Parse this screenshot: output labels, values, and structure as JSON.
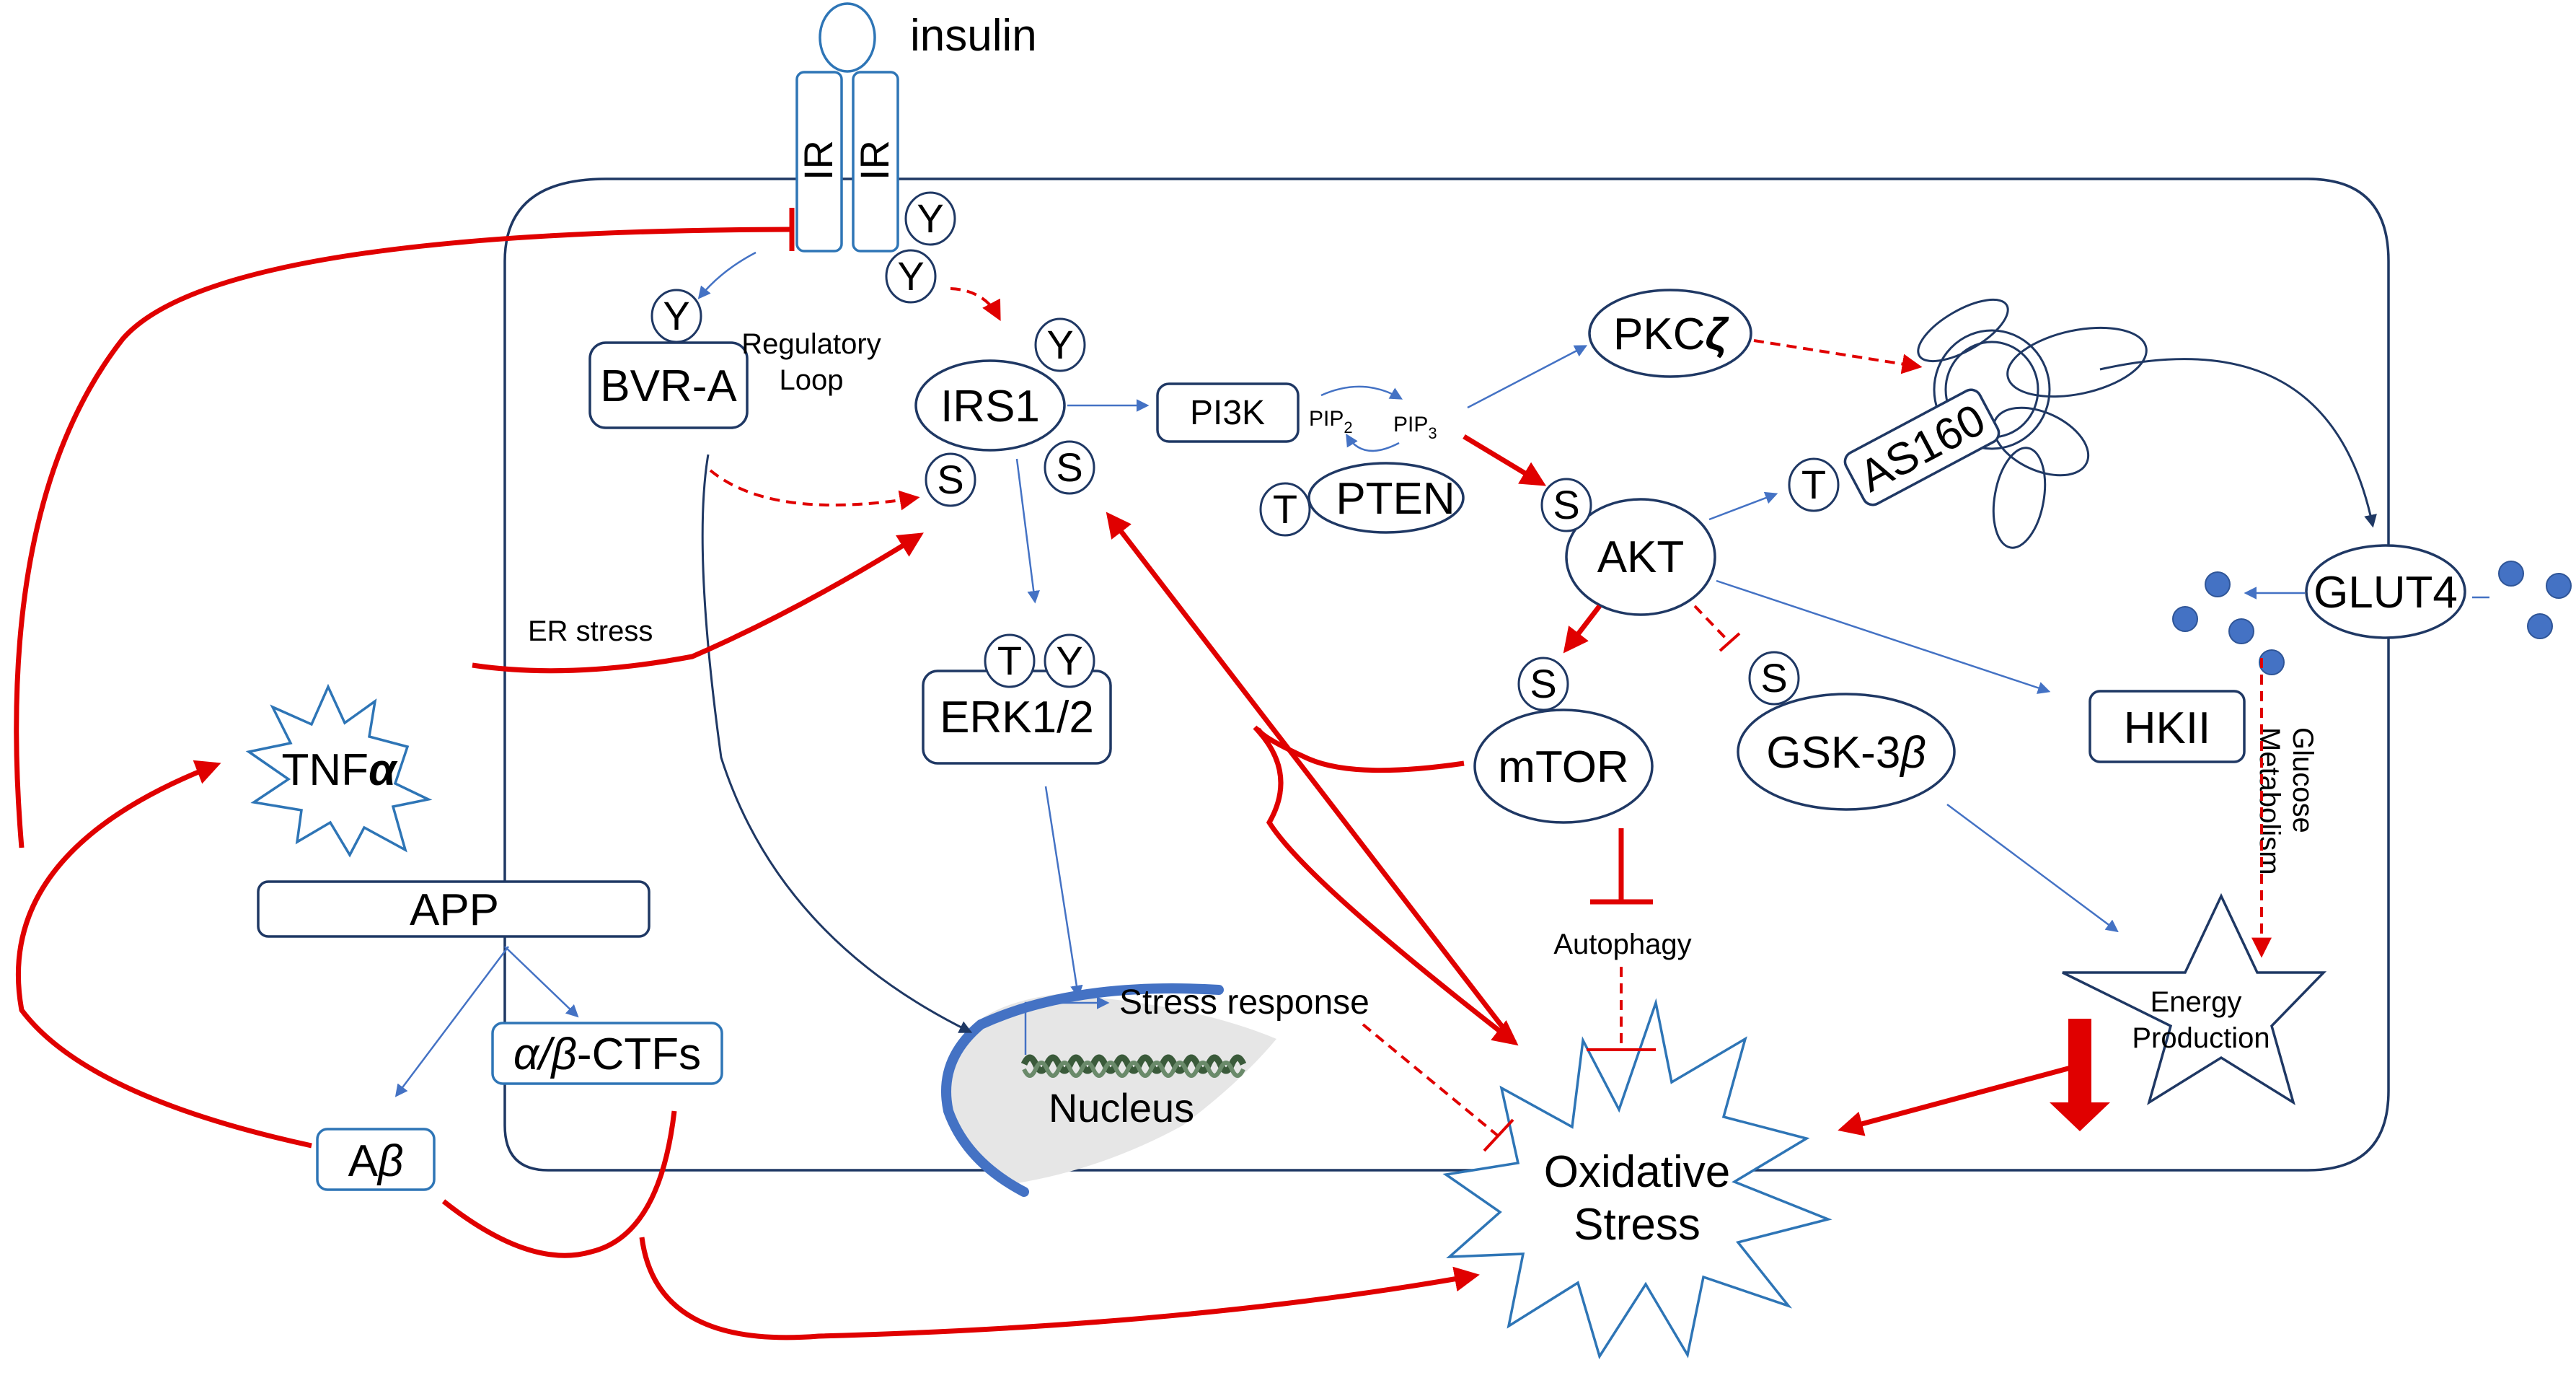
{
  "colors": {
    "cell_outline": "#1f3864",
    "activation_blue": "#4472c4",
    "inhibition_red": "#e00000",
    "nucleus_fill": "#e6e6e6",
    "glucose_dot": "#4472c4"
  },
  "labels": {
    "insulin": "insulin",
    "ir_left": "IR",
    "ir_right": "IR",
    "bvr": "BVR-A",
    "regulatory_loop": "Regulatory\nLoop",
    "irs1": "IRS1",
    "pi3k": "PI3K",
    "pip2": "PIP",
    "pip2_sub": "2",
    "pip3": "PIP",
    "pip3_sub": "3",
    "pten": "PTEN",
    "pkc": "PKC",
    "pkc_greek": "ζ",
    "as160": "AS160",
    "glut4": "GLUT4",
    "akt": "AKT",
    "mtor": "mTOR",
    "gsk": "GSK-3",
    "gsk_greek": "β",
    "hkii": "HKII",
    "erk": "ERK1/2",
    "tnf": "TNF",
    "tnf_greek": "α",
    "er_stress": "ER stress",
    "app": "APP",
    "ctfs_greek": "α/β",
    "ctfs": "-CTFs",
    "abeta": "A",
    "abeta_greek": "β",
    "nucleus": "Nucleus",
    "stress_response": "Stress response",
    "autophagy": "Autophagy",
    "glucose_metabolism": "Glucose\nMetabolism",
    "energy": "Energy",
    "production": "Production",
    "oxidative": "Oxidative",
    "stress": "Stress"
  },
  "phospho": {
    "tyrosine": "Y",
    "serine": "S",
    "threonine": "T"
  }
}
